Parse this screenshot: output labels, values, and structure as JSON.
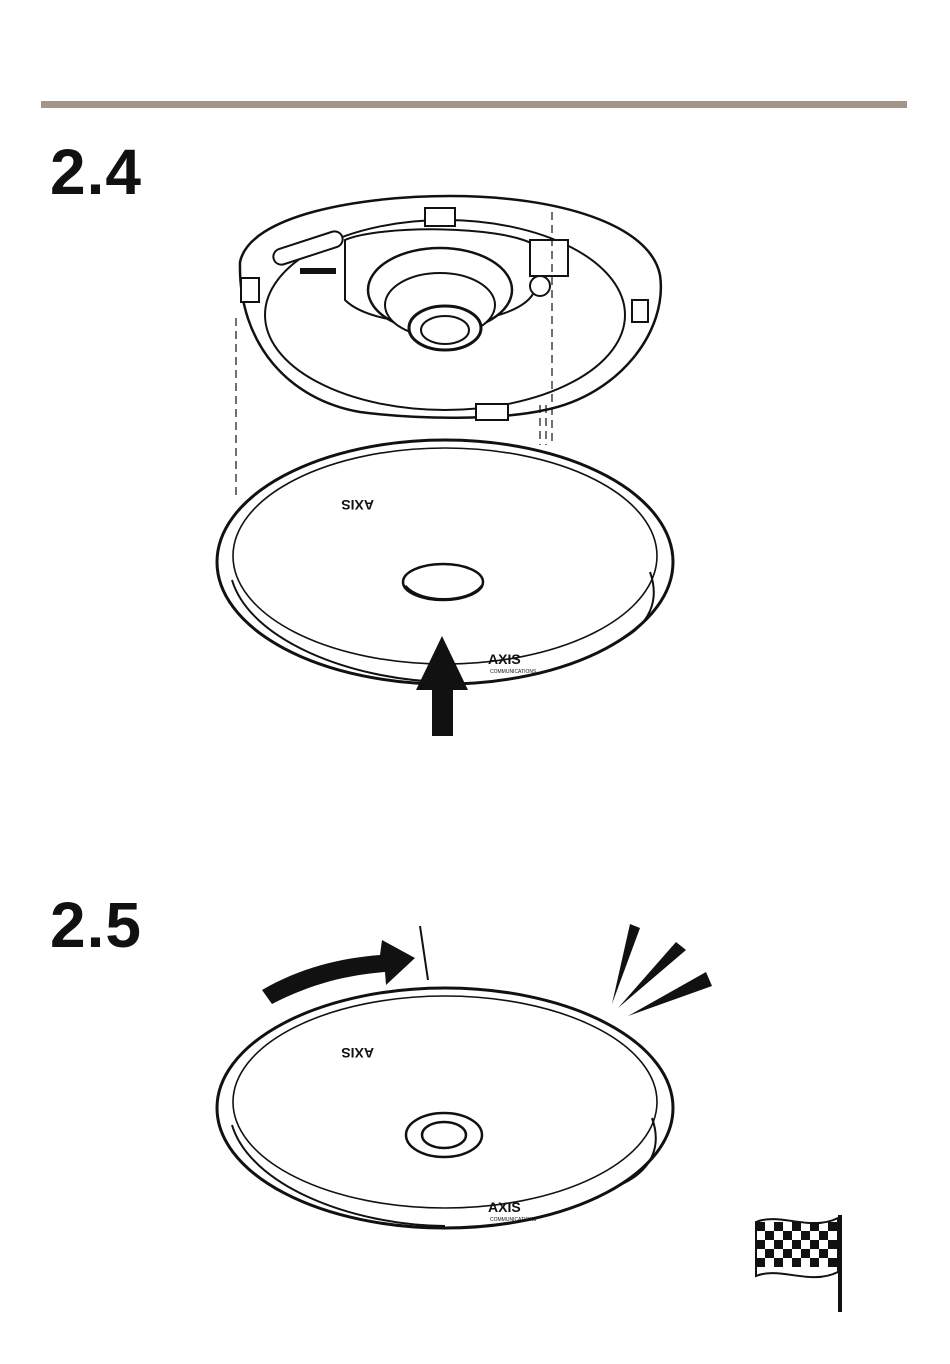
{
  "steps": [
    {
      "number": "2.4"
    },
    {
      "number": "2.5"
    }
  ],
  "logos": {
    "brand": "AXIS",
    "sub": "COMMUNICATIONS"
  },
  "colors": {
    "rule": "#a49589",
    "ink": "#111111"
  },
  "icons": [
    "push-up-arrow-icon",
    "rotate-arrow-icon",
    "click-sound-icon",
    "checkered-flag-icon"
  ]
}
